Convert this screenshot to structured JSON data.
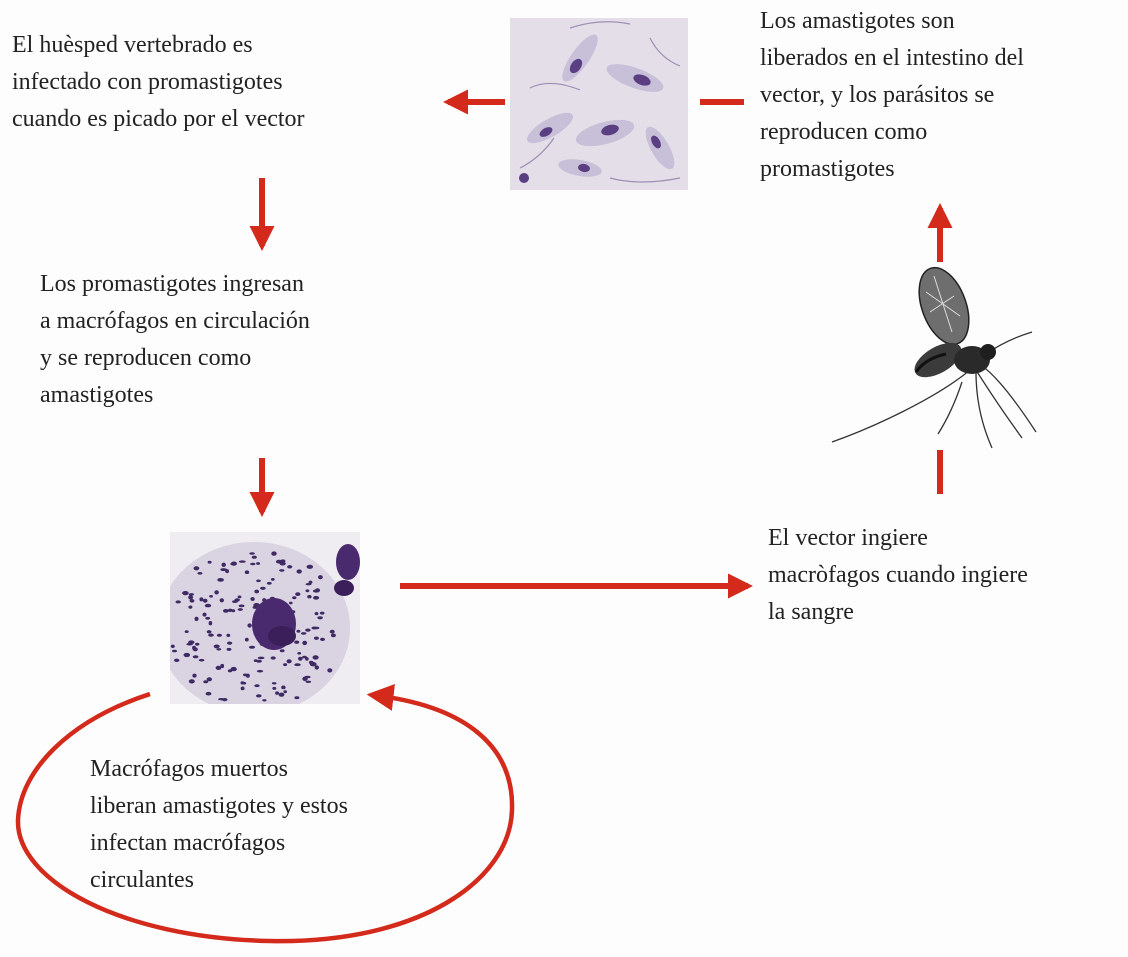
{
  "diagram": {
    "colors": {
      "arrow": "#d32a1c",
      "text": "#222222",
      "stain_dark": "#4a2a6e",
      "stain_light": "#c9c2d8"
    },
    "steps": {
      "host_infected": {
        "lines": [
          "El huèsped vertebrado es",
          "infectado con promastigotes",
          "cuando es picado por el vector"
        ]
      },
      "enter_macrophages": {
        "lines": [
          "Los promastigotes ingresan",
          "a macrófagos en circulación",
          "y se reproducen como",
          "amastigotes"
        ]
      },
      "vector_ingests": {
        "lines": [
          "El vector ingiere",
          "macròfagos cuando ingiere",
          "la sangre"
        ]
      },
      "released_in_gut": {
        "lines": [
          "Los amastigotes son",
          "liberados en el intestino del",
          "vector, y los parásitos se",
          "reproducen como",
          "promastigotes"
        ]
      },
      "dead_macrophages": {
        "lines": [
          "Macrófagos muertos",
          "liberan amastigotes y estos",
          "infectan macrófagos",
          "circulantes"
        ]
      }
    },
    "images": {
      "promastigotes_micrograph": "promastigotes-micrograph",
      "sandfly_vector": "sandfly-drawing",
      "infected_macrophage_micrograph": "macrophage-micrograph"
    }
  }
}
